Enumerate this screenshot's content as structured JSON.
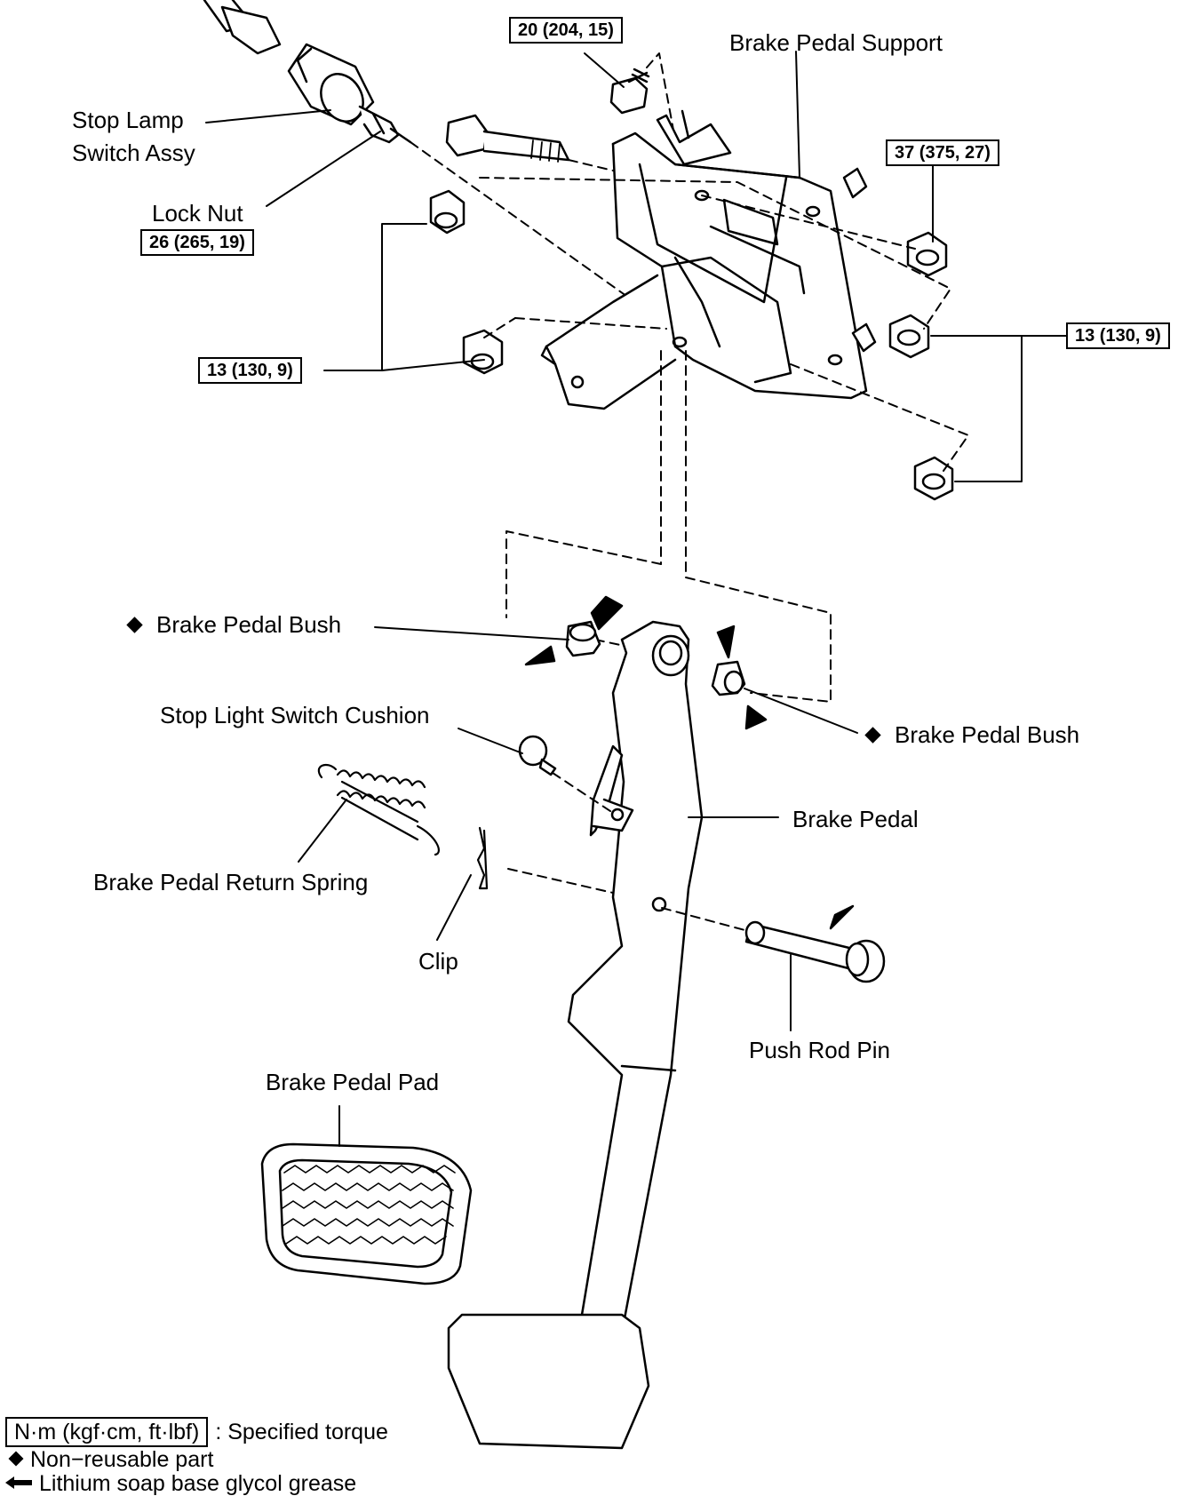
{
  "labels": {
    "stop_lamp_switch_line1": "Stop Lamp",
    "stop_lamp_switch_line2": "Switch Assy",
    "lock_nut": "Lock Nut",
    "brake_pedal_support": "Brake Pedal Support",
    "brake_pedal_bush_left": "Brake Pedal Bush",
    "brake_pedal_bush_right": "Brake Pedal Bush",
    "stop_light_switch_cushion": "Stop Light Switch Cushion",
    "brake_pedal": "Brake Pedal",
    "brake_pedal_return_spring": "Brake Pedal Return Spring",
    "clip": "Clip",
    "push_rod_pin": "Push Rod Pin",
    "brake_pedal_pad": "Brake Pedal Pad"
  },
  "torques": {
    "bolt_top": "20 (204, 15)",
    "support_nut_upper_right": "37 (375, 27)",
    "lock_nut": "26 (265, 19)",
    "support_nuts_left": "13 (130, 9)",
    "support_nuts_right": "13 (130, 9)"
  },
  "legend": {
    "torque_unit": "N·m (kgf·cm, ft·lbf)",
    "torque_desc": ": Specified torque",
    "non_reusable": "Non−reusable part",
    "grease": "Lithium soap base glycol grease"
  }
}
